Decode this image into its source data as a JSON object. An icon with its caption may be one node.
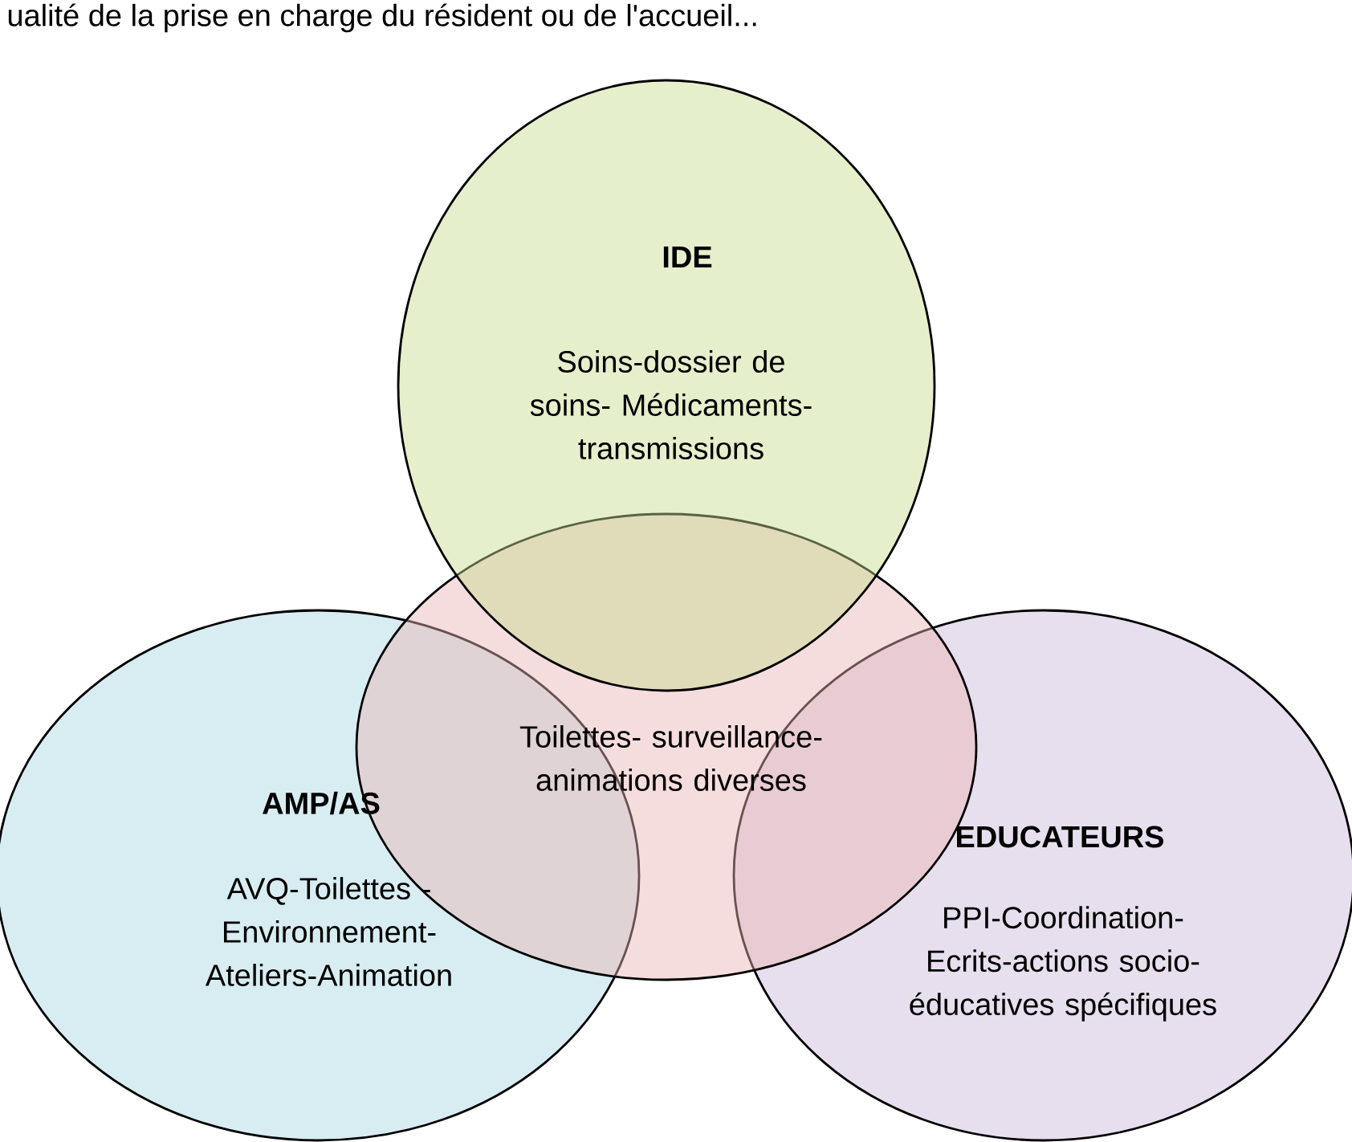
{
  "diagram": {
    "nodes": [
      {
        "text": [
          "IDE",
          "Soins-dossier de soins- Médicaments- transmissions"
        ]
      },
      {
        "text": [
          "Toilettes- surveillance- animations diverses"
        ]
      },
      {
        "text": [
          "AMP/AS",
          "AVQ-Toilettes - Environnement- Ateliers-Animation"
        ]
      },
      {
        "text": [
          "EDUCATEURS",
          "PPI-Coordination- Ecrits-actions socio- éducatives spécifiques"
        ]
      }
    ],
    "labels": [
      "ualité de la prise en charge du résident ou de l'accueil..."
    ]
  }
}
